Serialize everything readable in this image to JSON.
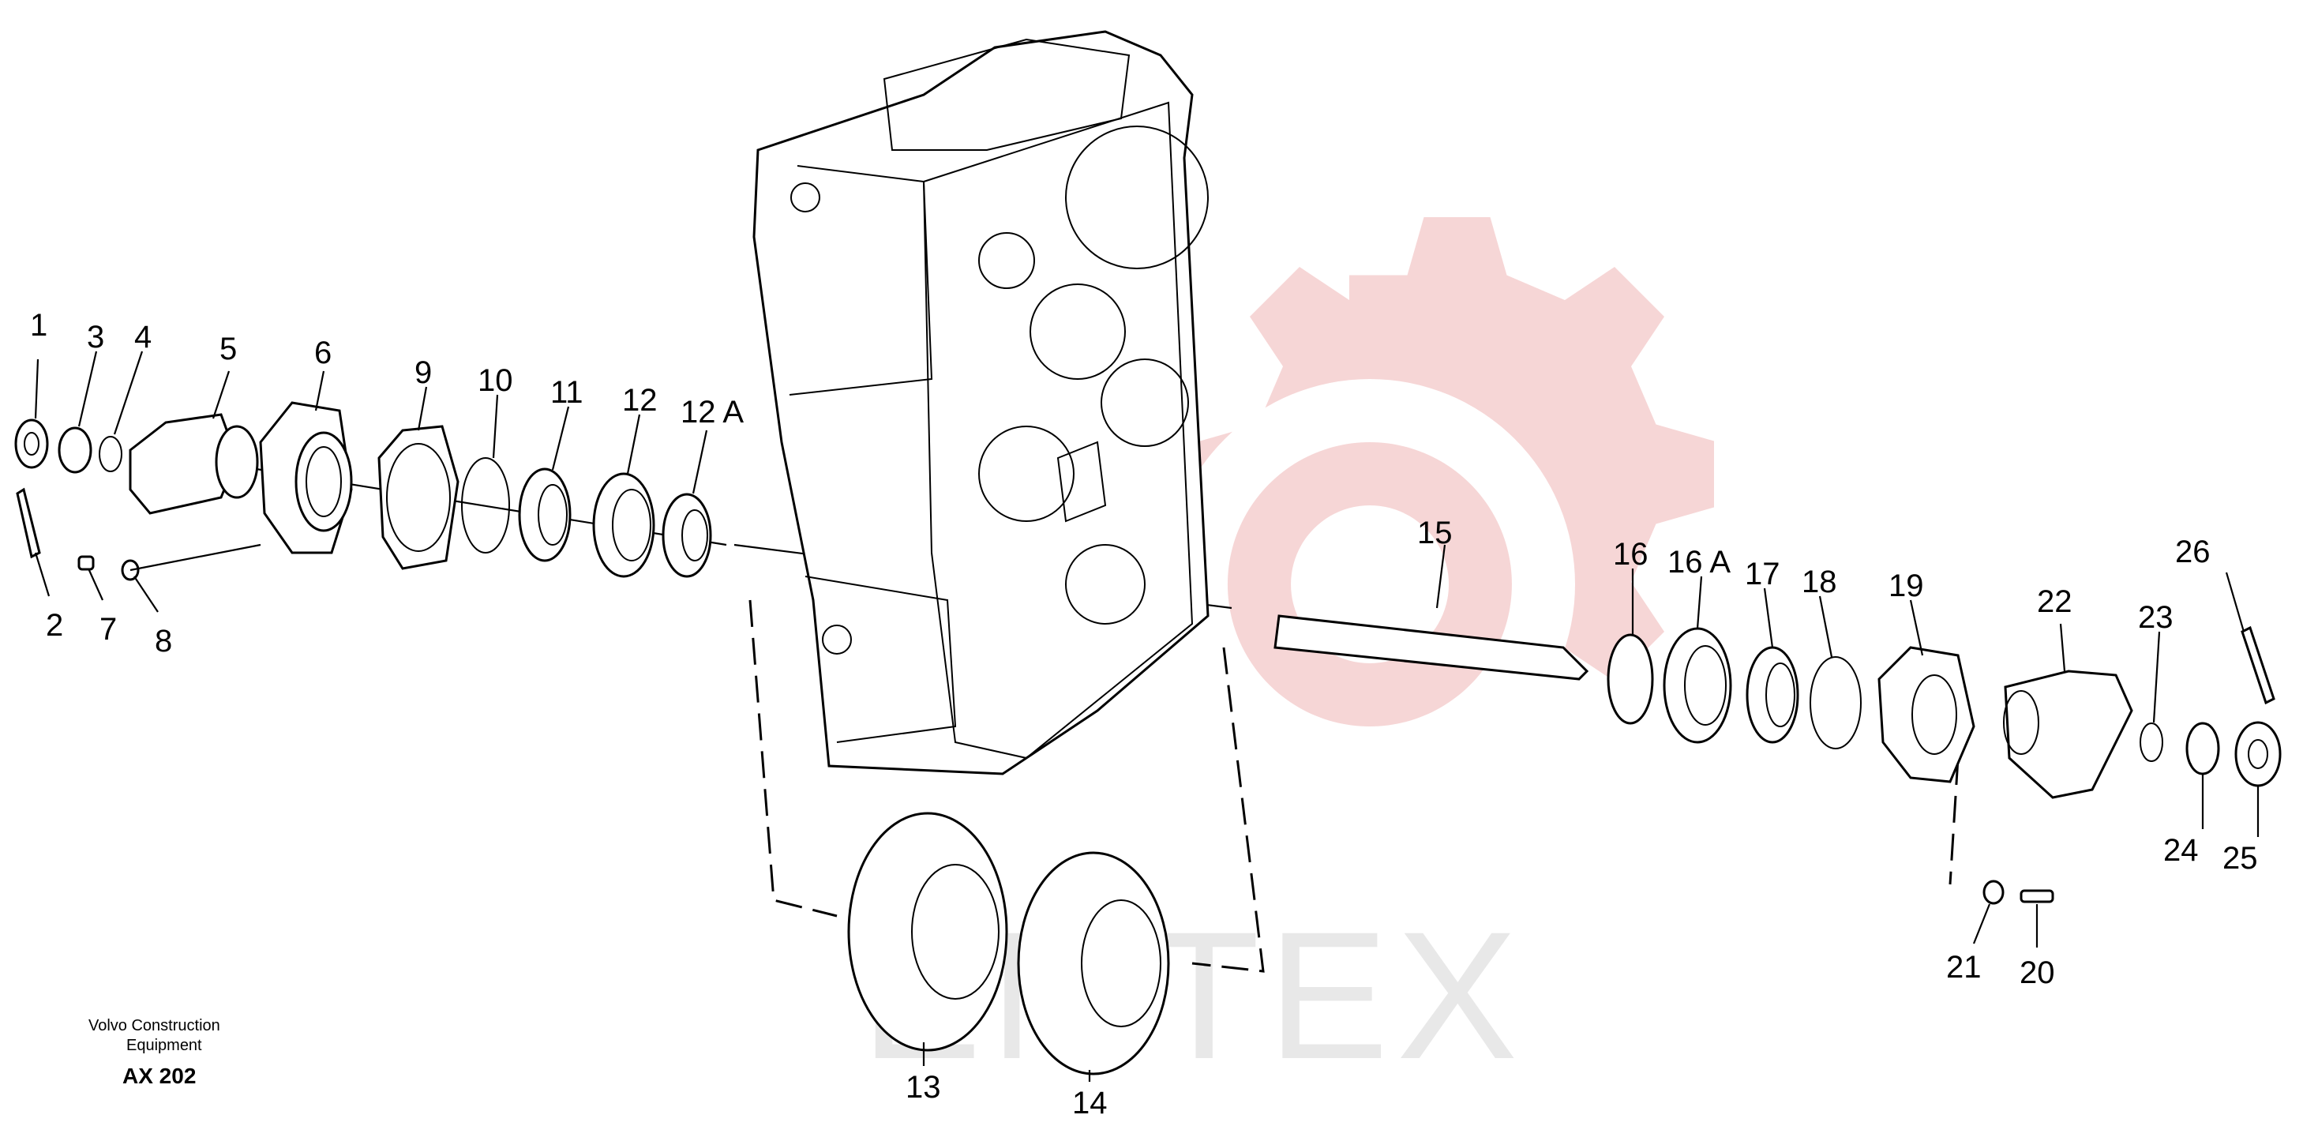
{
  "diagram": {
    "callouts": [
      "1",
      "2",
      "3",
      "4",
      "5",
      "6",
      "7",
      "8",
      "9",
      "10",
      "11",
      "12",
      "12 A",
      "13",
      "14",
      "15",
      "16",
      "16 A",
      "17",
      "18",
      "19",
      "20",
      "21",
      "22",
      "23",
      "24",
      "25",
      "26"
    ],
    "credit": {
      "line1": "Volvo Construction",
      "line2": "Equipment",
      "code": "AX 202"
    },
    "watermark": {
      "text": "EMTEX",
      "color": "#f5c9c9"
    },
    "colors": {
      "ink": "#000000",
      "paper": "#ffffff"
    }
  }
}
